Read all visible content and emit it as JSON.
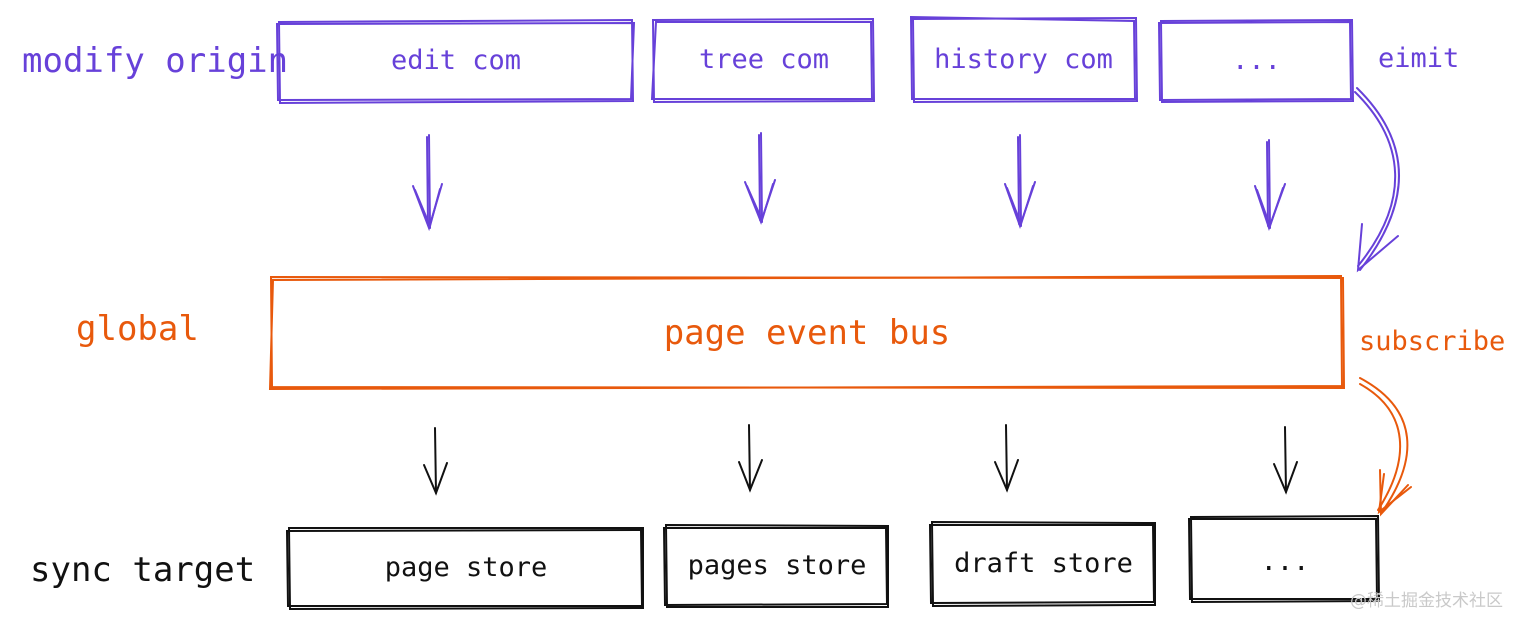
{
  "colors": {
    "origin": "#6741d9",
    "global": "#e8590c",
    "target": "#111111",
    "watermark": "#c9c9c9"
  },
  "rows": {
    "origin_label": "modify origin",
    "global_label": "global",
    "target_label": "sync target"
  },
  "origin_boxes": [
    {
      "label": "edit com"
    },
    {
      "label": "tree com"
    },
    {
      "label": "history com"
    },
    {
      "label": "..."
    }
  ],
  "bus": {
    "label": "page event bus"
  },
  "target_boxes": [
    {
      "label": "page store"
    },
    {
      "label": "pages store"
    },
    {
      "label": "draft store"
    },
    {
      "label": "..."
    }
  ],
  "edges": {
    "emit_label": "eimit",
    "subscribe_label": "subscribe"
  },
  "watermark": "@稀土掘金技术社区"
}
